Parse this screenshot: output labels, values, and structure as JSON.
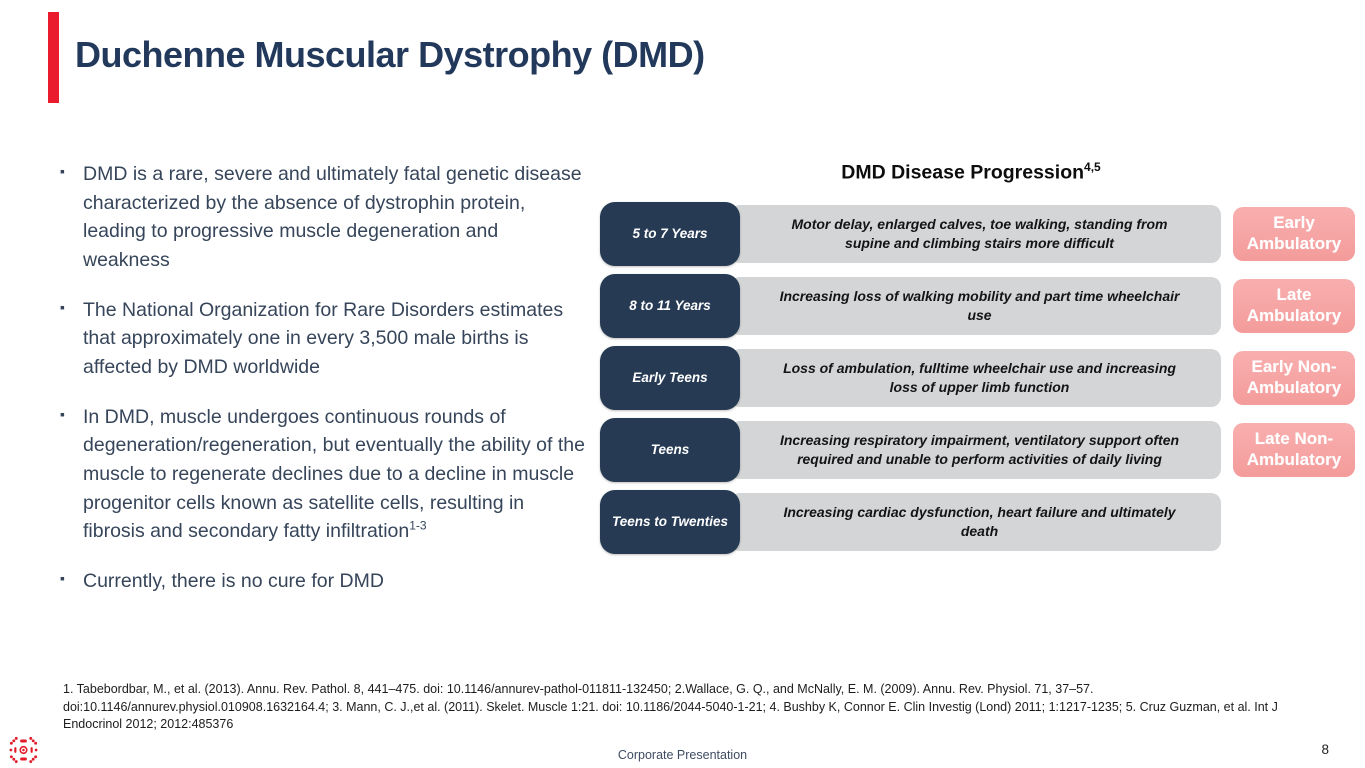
{
  "slide": {
    "title": "Duchenne Muscular Dystrophy (DMD)",
    "bullets": [
      {
        "text": "DMD is a rare, severe and ultimately fatal genetic disease characterized by the absence of dystrophin protein, leading to progressive muscle degeneration and weakness",
        "sup": ""
      },
      {
        "text": "The National Organization for Rare Disorders estimates that approximately one in every 3,500 male births is affected by DMD worldwide",
        "sup": ""
      },
      {
        "text": "In DMD, muscle undergoes continuous rounds of degeneration/regeneration, but eventually the ability of the muscle to regenerate declines due to a decline in muscle progenitor cells known as satellite cells, resulting in fibrosis and secondary fatty infiltration",
        "sup": "1-3"
      },
      {
        "text": "Currently, there is no cure for DMD",
        "sup": ""
      }
    ],
    "diagram": {
      "title": "DMD Disease Progression",
      "title_sup": "4,5",
      "rows": [
        {
          "age": "5 to 7 Years",
          "description": "Motor delay, enlarged calves, toe walking, standing from supine and climbing stairs more difficult",
          "stage": "Early Ambulatory"
        },
        {
          "age": "8 to 11 Years",
          "description": "Increasing loss of walking mobility and part time wheelchair use",
          "stage": "Late Ambulatory"
        },
        {
          "age": "Early Teens",
          "description": "Loss of ambulation, fulltime wheelchair use and increasing loss of upper limb function",
          "stage": "Early Non-Ambulatory"
        },
        {
          "age": "Teens",
          "description": "Increasing respiratory impairment, ventilatory support often required and unable to perform activities of daily living",
          "stage": "Late Non-Ambulatory"
        },
        {
          "age": "Teens to Twenties",
          "description": "Increasing cardiac dysfunction, heart failure and ultimately death",
          "stage": ""
        }
      ]
    },
    "references": "1. Tabebordbar, M., et al. (2013). Annu. Rev. Pathol. 8, 441–475. doi: 10.1146/annurev-pathol-011811-132450; 2.Wallace, G. Q., and McNally, E. M. (2009). Annu. Rev. Physiol. 71, 37–57. doi:10.1146/annurev.physiol.010908.1632164.4; 3. Mann, C. J.,et al. (2011). Skelet. Muscle 1:21. doi: 10.1186/2044-5040-1-21; 4. Bushby K, Connor E. Clin Investig (Lond) 2011; 1:1217-1235; 5. Cruz Guzman, et al. Int J Endocrinol 2012; 2012:485376",
    "footer": {
      "label": "Corporate Presentation",
      "page": "8"
    }
  },
  "colors": {
    "accent_red": "#E91B2C",
    "heading_navy": "#22395B",
    "timeline_navy": "#263A54",
    "timeline_gray": "#D3D5D7",
    "stage_pink": "#F5A0A0"
  }
}
